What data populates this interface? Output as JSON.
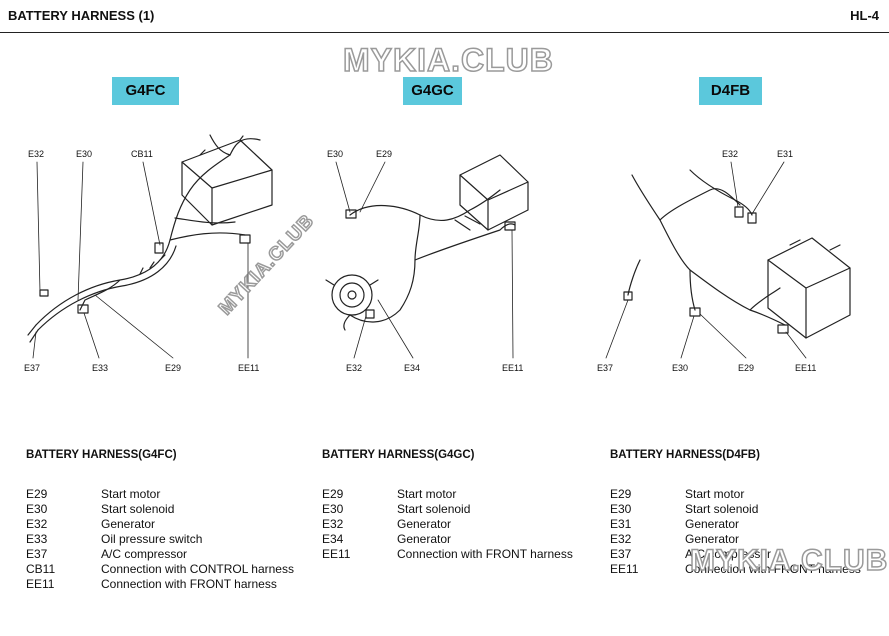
{
  "header": {
    "title": "BATTERY HARNESS (1)",
    "code": "HL-4"
  },
  "watermark": "MYKIA.CLUB",
  "diagrams": [
    {
      "engine": "G4FC",
      "labels": [
        "E32",
        "E30",
        "CB11",
        "E37",
        "E33",
        "E29",
        "EE11"
      ]
    },
    {
      "engine": "G4GC",
      "labels": [
        "E30",
        "E29",
        "E32",
        "E34",
        "EE11"
      ]
    },
    {
      "engine": "D4FB",
      "labels": [
        "E32",
        "E31",
        "E37",
        "E30",
        "E29",
        "EE11"
      ]
    }
  ],
  "tables": [
    {
      "title": "BATTERY HARNESS(G4FC)",
      "rows": [
        {
          "code": "E29",
          "desc": "Start motor"
        },
        {
          "code": "E30",
          "desc": "Start solenoid"
        },
        {
          "code": "E32",
          "desc": "Generator"
        },
        {
          "code": "E33",
          "desc": "Oil pressure switch"
        },
        {
          "code": "E37",
          "desc": "A/C compressor"
        },
        {
          "code": "CB11",
          "desc": "Connection with CONTROL harness"
        },
        {
          "code": "EE11",
          "desc": "Connection with FRONT harness"
        }
      ]
    },
    {
      "title": "BATTERY HARNESS(G4GC)",
      "rows": [
        {
          "code": "E29",
          "desc": "Start motor"
        },
        {
          "code": "E30",
          "desc": "Start solenoid"
        },
        {
          "code": "E32",
          "desc": "Generator"
        },
        {
          "code": "E34",
          "desc": "Generator"
        },
        {
          "code": "EE11",
          "desc": "Connection with FRONT harness"
        }
      ]
    },
    {
      "title": "BATTERY HARNESS(D4FB)",
      "rows": [
        {
          "code": "E29",
          "desc": "Start motor"
        },
        {
          "code": "E30",
          "desc": "Start solenoid"
        },
        {
          "code": "E31",
          "desc": "Generator"
        },
        {
          "code": "E32",
          "desc": "Generator"
        },
        {
          "code": "E37",
          "desc": "A/C compressor"
        },
        {
          "code": "EE11",
          "desc": "Connection with FRONT harness"
        }
      ]
    }
  ]
}
